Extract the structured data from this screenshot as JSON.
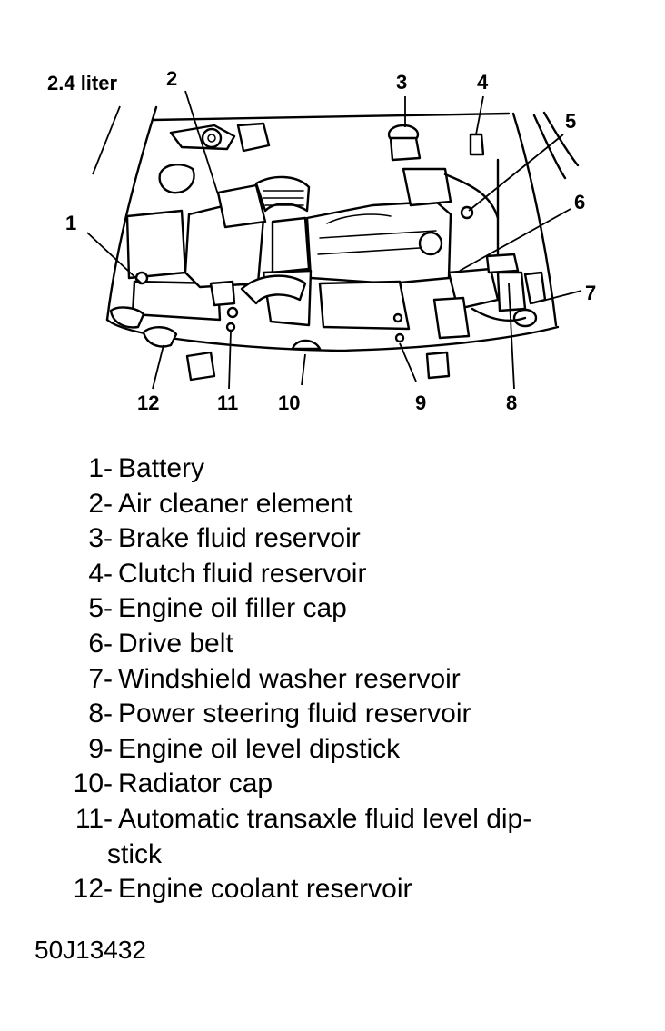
{
  "diagram": {
    "engine_label": "2.4 liter",
    "callouts": [
      "1",
      "2",
      "3",
      "4",
      "5",
      "6",
      "7",
      "8",
      "9",
      "10",
      "11",
      "12"
    ]
  },
  "legend": {
    "items": [
      {
        "num": "1-",
        "label": "Battery"
      },
      {
        "num": "2-",
        "label": "Air cleaner element"
      },
      {
        "num": "3-",
        "label": "Brake fluid reservoir"
      },
      {
        "num": "4-",
        "label": "Clutch fluid reservoir"
      },
      {
        "num": "5-",
        "label": "Engine oil filler cap"
      },
      {
        "num": "6-",
        "label": "Drive belt"
      },
      {
        "num": "7-",
        "label": "Windshield washer reservoir"
      },
      {
        "num": "8-",
        "label": "Power steering fluid reservoir"
      },
      {
        "num": "9-",
        "label": "Engine oil level dipstick"
      },
      {
        "num": "10-",
        "label": "Radiator cap"
      },
      {
        "num": "11-",
        "label": "Automatic transaxle fluid level dip-"
      },
      {
        "num": "",
        "label": "stick"
      },
      {
        "num": "12-",
        "label": "Engine coolant reservoir"
      }
    ]
  },
  "figure_id": "50J13432"
}
